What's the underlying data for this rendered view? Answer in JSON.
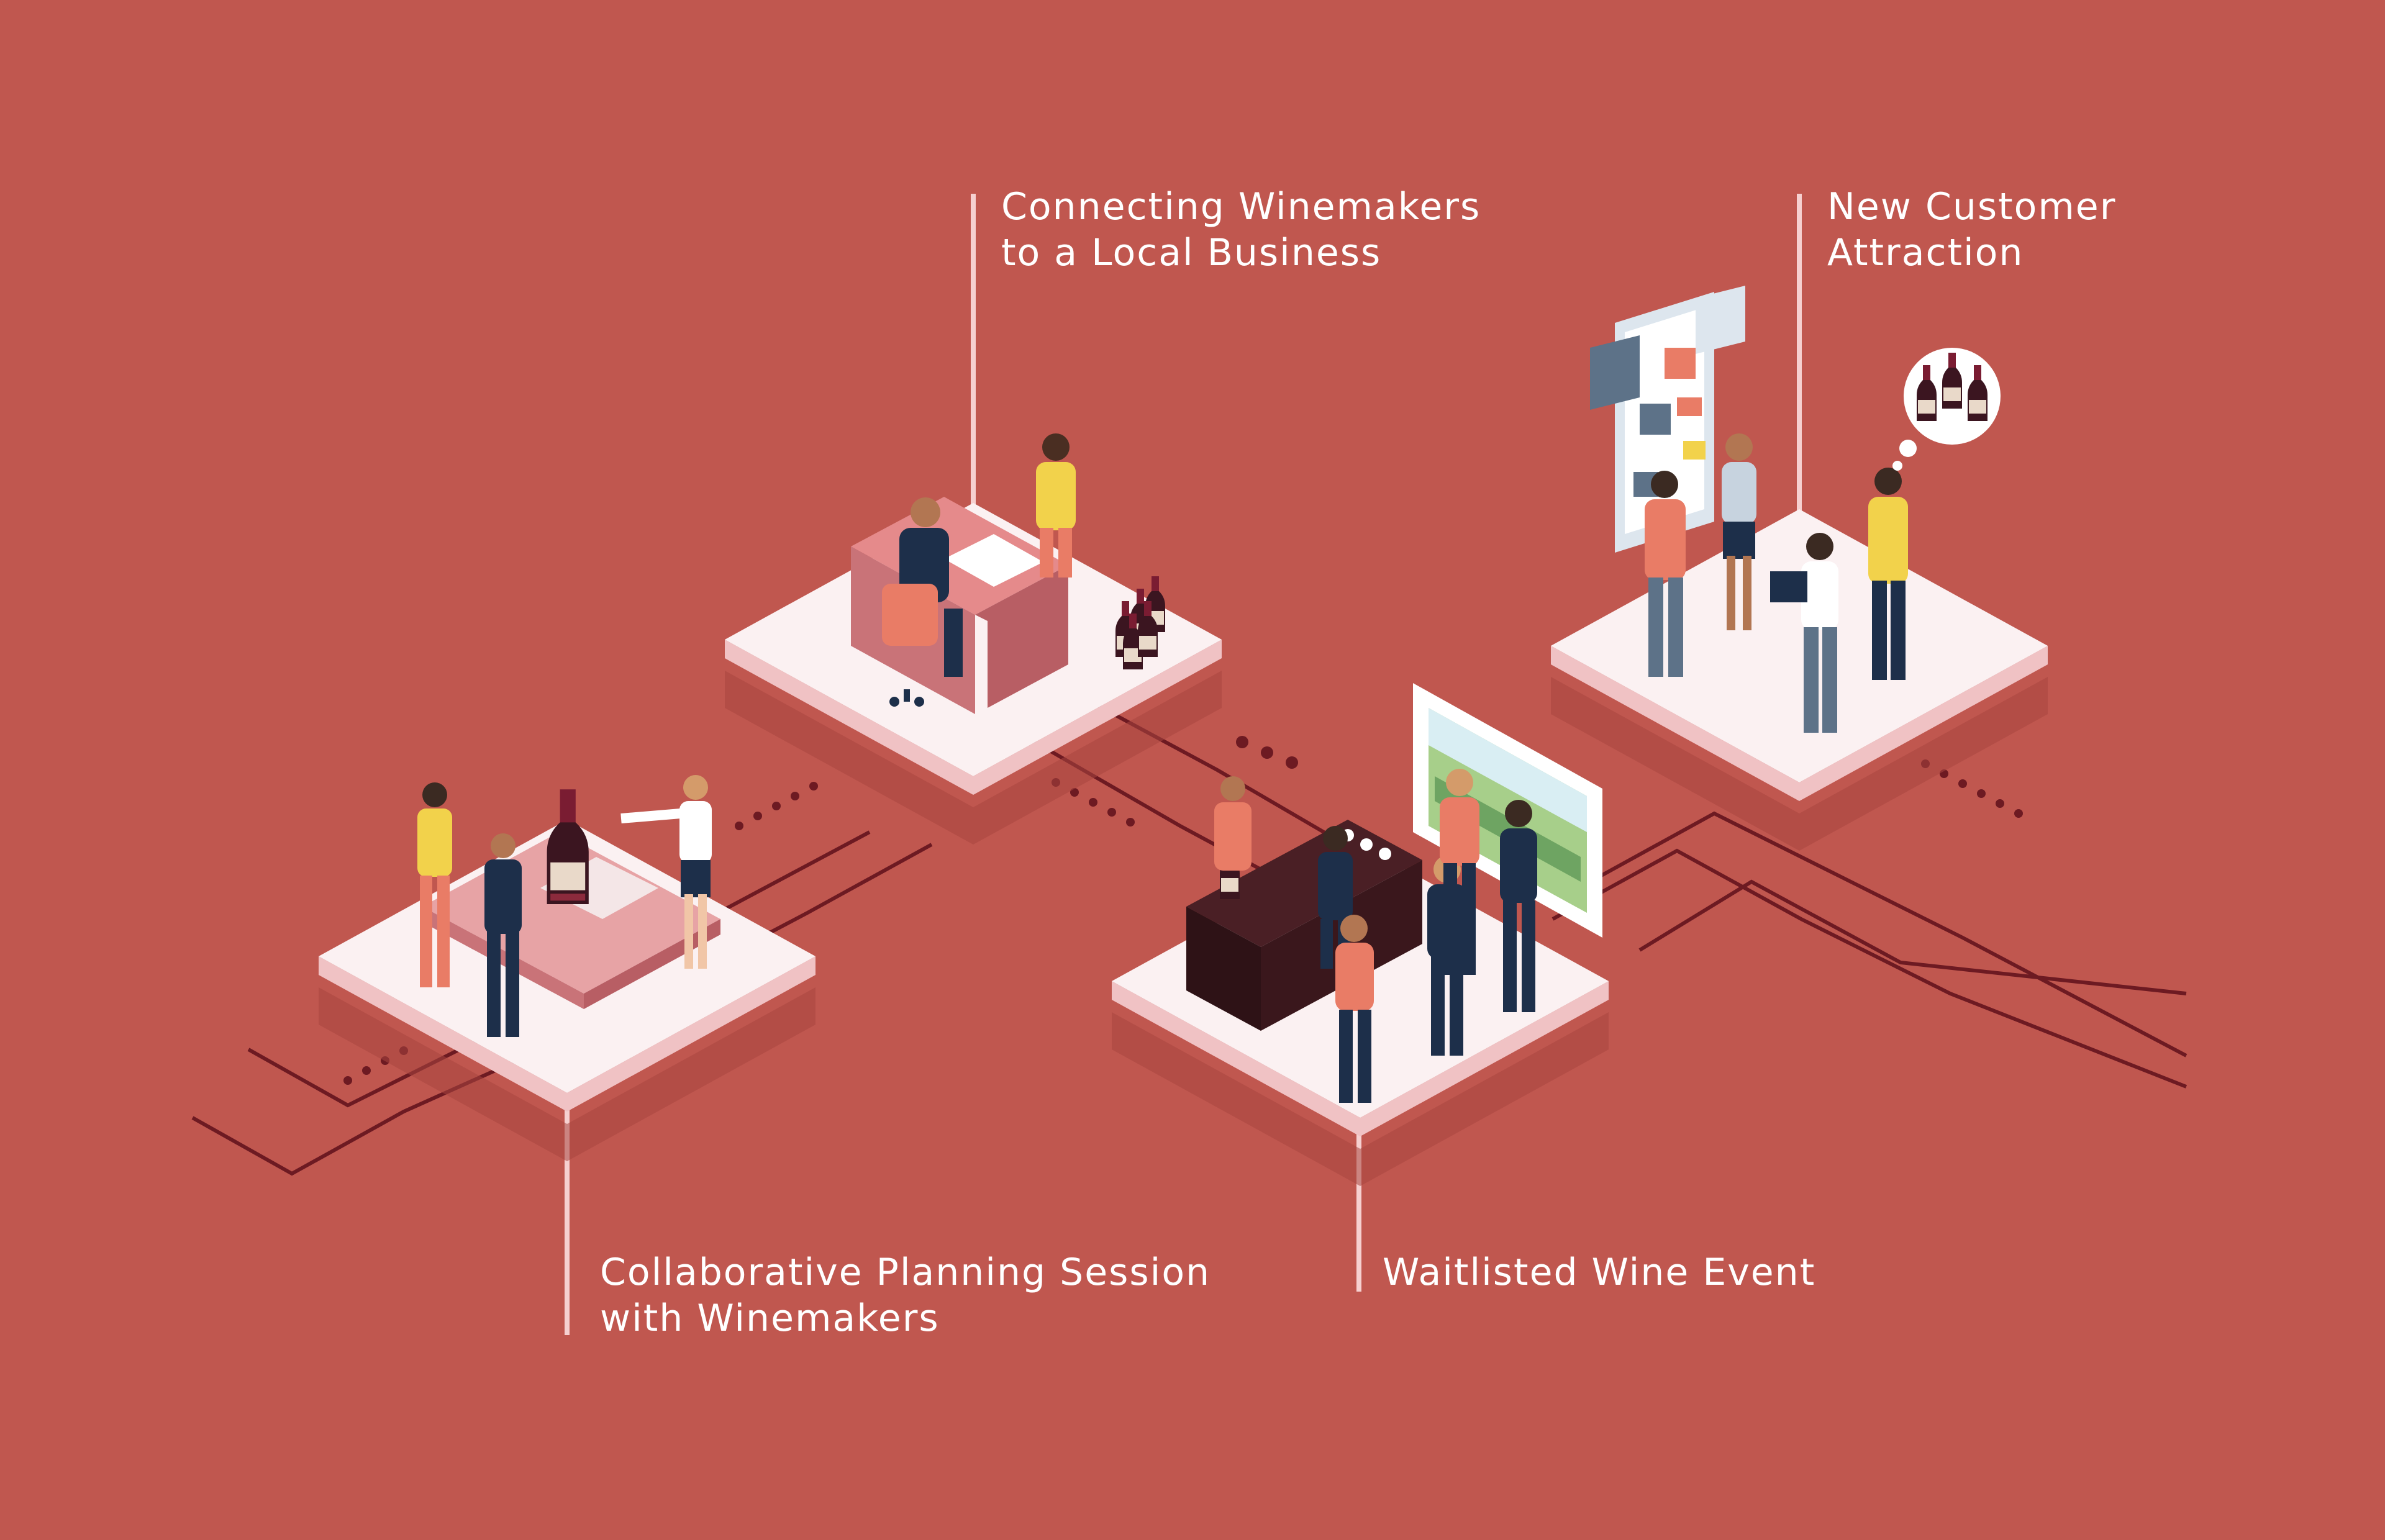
{
  "colors": {
    "background": "#c0574f",
    "circuit": "#6d1a22",
    "platform_top": "#fbf1f2",
    "platform_side": "#f0c2c4",
    "shadow": "#a8453f",
    "leader": "#f6d0d0"
  },
  "steps": [
    {
      "id": "connect",
      "lines": [
        "Connecting Winemakers",
        "to a Local Business"
      ]
    },
    {
      "id": "new",
      "lines": [
        "New Customer",
        "Attraction"
      ]
    },
    {
      "id": "collab",
      "lines": [
        "Collaborative Planning Session",
        "with Winemakers"
      ]
    },
    {
      "id": "wait",
      "lines": [
        "Waitlisted Wine Event"
      ]
    }
  ]
}
